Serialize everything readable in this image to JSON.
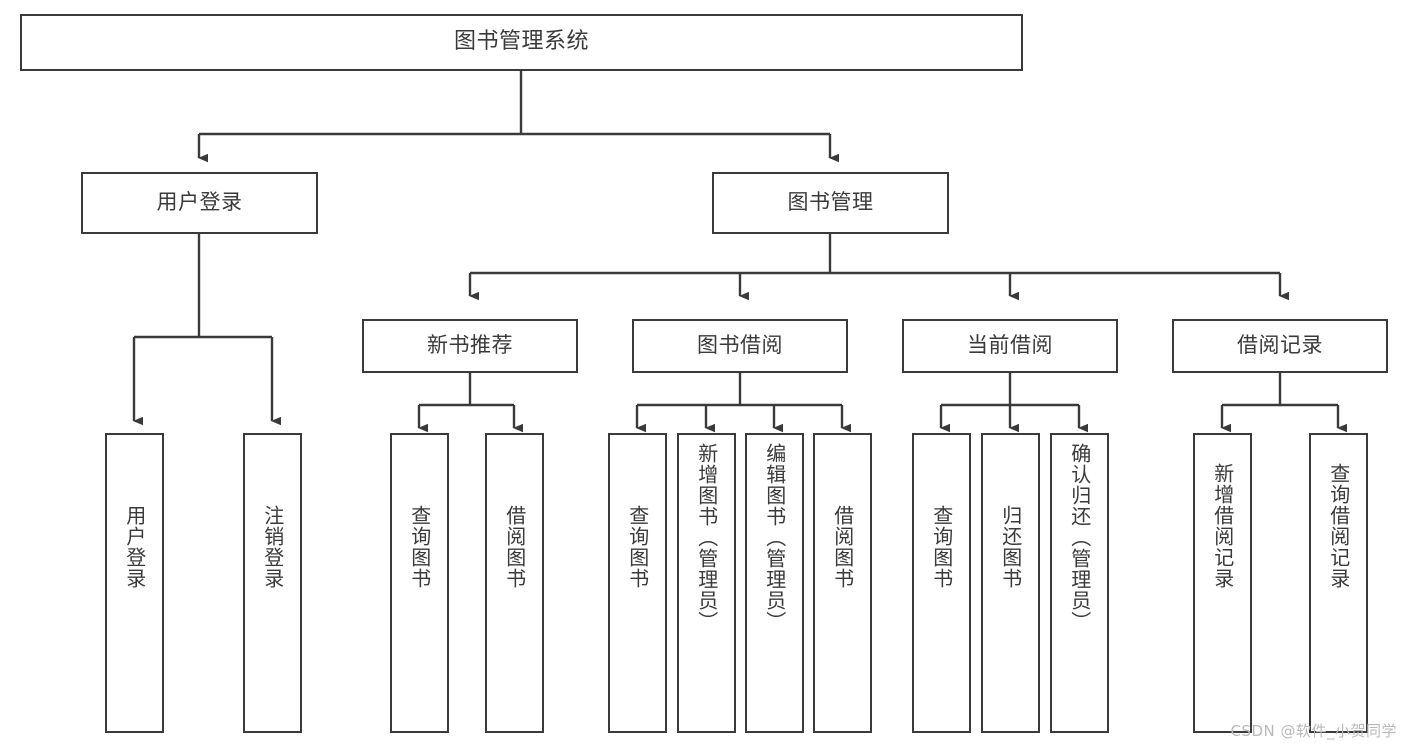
{
  "diagram": {
    "title": "图书管理系统",
    "type": "tree-hierarchy-chart",
    "colors": {
      "border": "#3a3a3a",
      "background": "#ffffff",
      "text": "#3a3a3a",
      "watermark": "#b9b9b9"
    },
    "root": {
      "label": "图书管理系统"
    },
    "level2": [
      {
        "label": "用户登录"
      },
      {
        "label": "图书管理"
      }
    ],
    "level3": [
      {
        "label": "新书推荐"
      },
      {
        "label": "图书借阅"
      },
      {
        "label": "当前借阅"
      },
      {
        "label": "借阅记录"
      }
    ],
    "leaves": {
      "user_login": [
        {
          "label": "用户登录"
        },
        {
          "label": "注销登录"
        }
      ],
      "new_book_recommend": [
        {
          "label": "查询图书"
        },
        {
          "label": "借阅图书"
        }
      ],
      "book_borrow": [
        {
          "label": "查询图书"
        },
        {
          "label": "新增图书（管理员）"
        },
        {
          "label": "编辑图书（管理员）"
        },
        {
          "label": "借阅图书"
        }
      ],
      "current_borrow": [
        {
          "label": "查询图书"
        },
        {
          "label": "归还图书"
        },
        {
          "label": "确认归还（管理员）"
        }
      ],
      "borrow_record": [
        {
          "label": "新增借阅记录"
        },
        {
          "label": "查询借阅记录"
        }
      ]
    },
    "watermark": "CSDN @软件_小贺同学"
  }
}
